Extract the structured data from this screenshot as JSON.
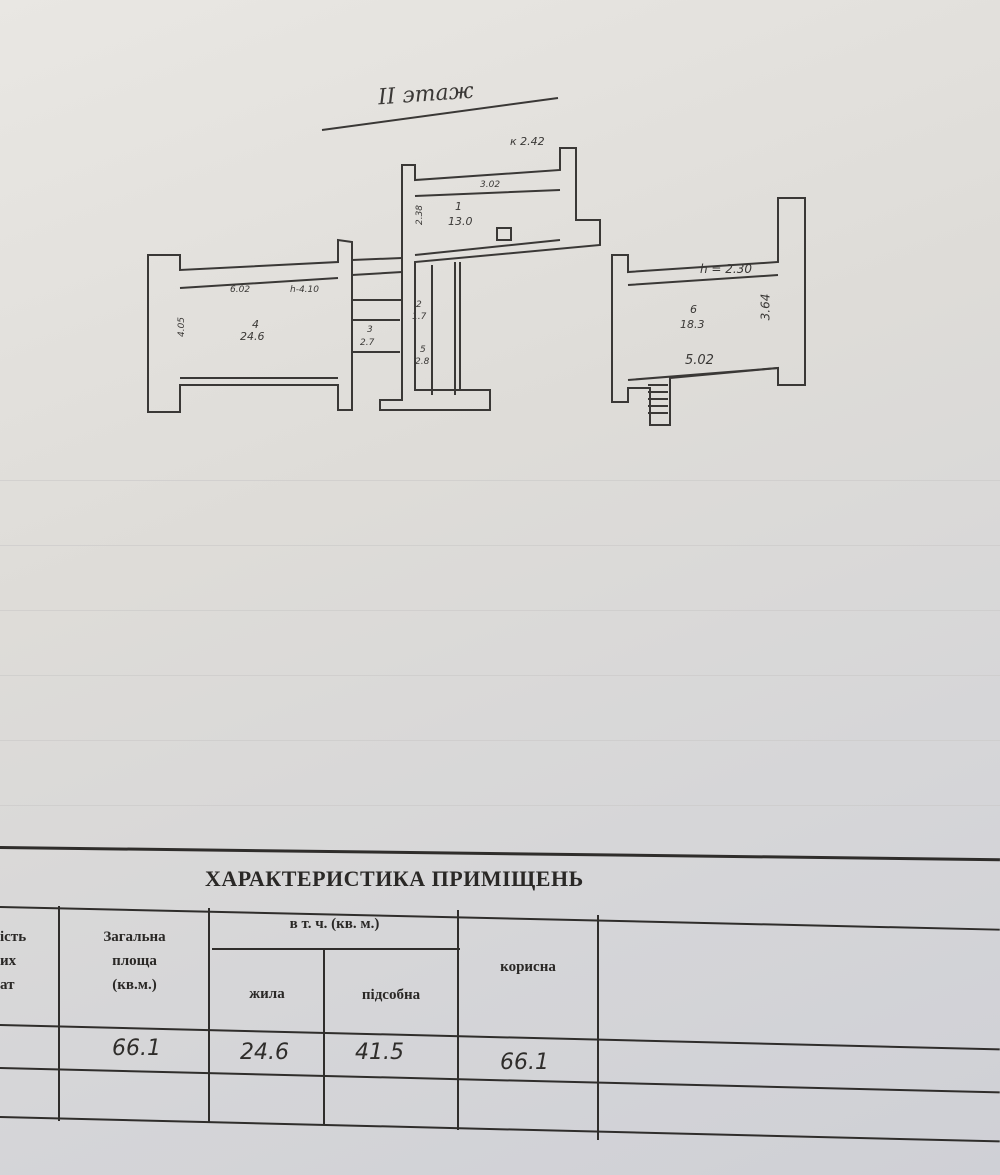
{
  "plan": {
    "floor_label": "II этаж",
    "rooms": [
      {
        "number": "1",
        "area": "13.0",
        "dims": [
          "3.02",
          "2.38"
        ]
      },
      {
        "number": "2",
        "area": "1.7"
      },
      {
        "number": "3",
        "area": "2.7"
      },
      {
        "number": "4",
        "area": "24.6",
        "dims": [
          "6.02",
          "h-4.10",
          "4.05"
        ]
      },
      {
        "number": "5",
        "area": "2.8"
      },
      {
        "number": "6",
        "area": "18.3",
        "dims": [
          "h = 2.30",
          "3.64",
          "5.02"
        ]
      }
    ],
    "notes": [
      "к 2.42"
    ]
  },
  "table": {
    "title": "ХАРАКТЕРИСТИКА ПРИМІЩЕНЬ",
    "headers": {
      "col0": [
        "ість",
        "их",
        "ат"
      ],
      "total": [
        "Загальна",
        "площа",
        "(кв.м.)"
      ],
      "incl": "в т. ч. (кв. м.)",
      "living": "жила",
      "aux": "підсобна",
      "useful": "корисна"
    },
    "row": {
      "total": "66.1",
      "living": "24.6",
      "aux": "41.5",
      "useful": "66.1"
    }
  }
}
